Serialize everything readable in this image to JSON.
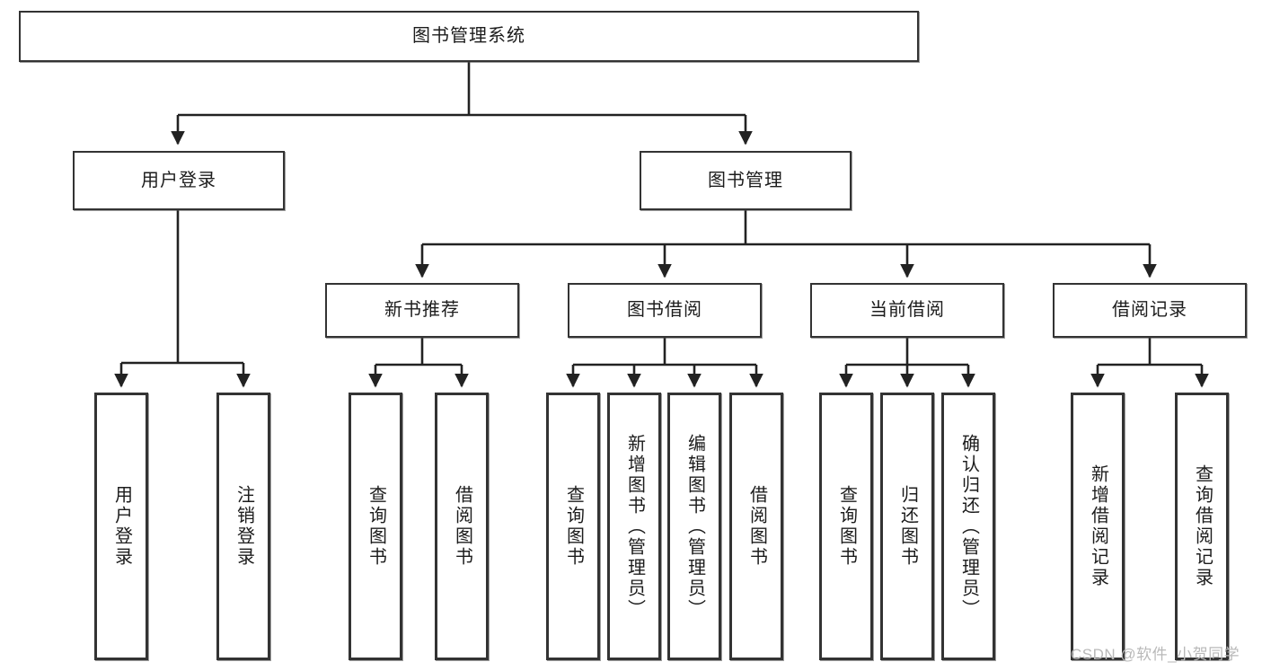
{
  "diagram": {
    "title": "图书管理系统",
    "type": "tree-hierarchy-diagram",
    "colors": {
      "box_border": "#333333",
      "box_fill": "#ffffff",
      "connector": "#222222",
      "text": "#1c1c1c",
      "watermark": "#b9b9b9"
    },
    "watermark": "CSDN @软件_小贺同学",
    "levels": {
      "root": {
        "label": "图书管理系统"
      },
      "level2": [
        {
          "label": "用户登录"
        },
        {
          "label": "图书管理"
        }
      ],
      "level3": [
        {
          "label": "新书推荐"
        },
        {
          "label": "图书借阅"
        },
        {
          "label": "当前借阅"
        },
        {
          "label": "借阅记录"
        }
      ],
      "leaves": [
        {
          "label": "用户登录",
          "parent": "用户登录"
        },
        {
          "label": "注销登录",
          "parent": "用户登录"
        },
        {
          "label": "查询图书",
          "parent": "新书推荐"
        },
        {
          "label": "借阅图书",
          "parent": "新书推荐"
        },
        {
          "label": "查询图书",
          "parent": "图书借阅"
        },
        {
          "label": "新增图书（管理员）",
          "parent": "图书借阅"
        },
        {
          "label": "编辑图书（管理员）",
          "parent": "图书借阅"
        },
        {
          "label": "借阅图书",
          "parent": "图书借阅"
        },
        {
          "label": "查询图书",
          "parent": "当前借阅"
        },
        {
          "label": "归还图书",
          "parent": "当前借阅"
        },
        {
          "label": "确认归还（管理员）",
          "parent": "当前借阅"
        },
        {
          "label": "新增借阅记录",
          "parent": "借阅记录"
        },
        {
          "label": "查询借阅记录",
          "parent": "借阅记录"
        }
      ]
    }
  }
}
